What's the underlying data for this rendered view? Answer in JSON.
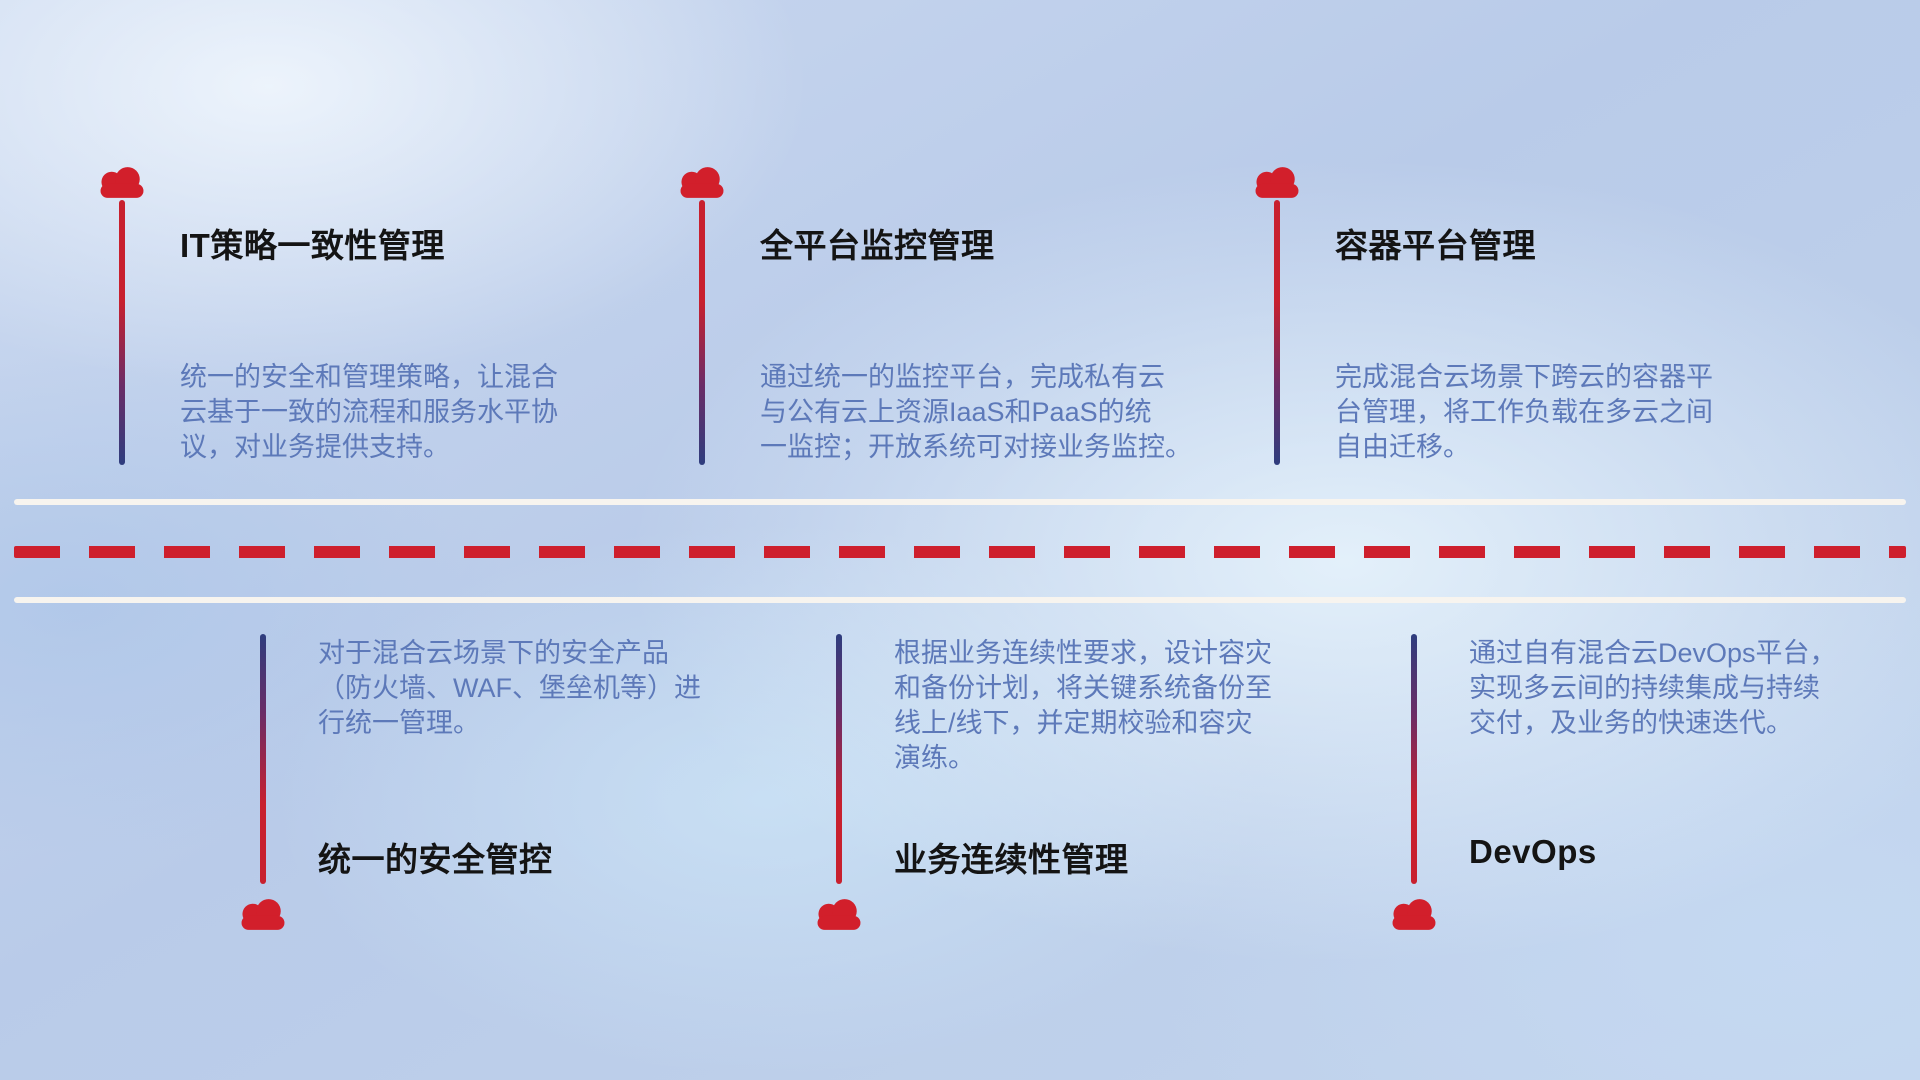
{
  "colors": {
    "background_base": "#bfd2ec",
    "cloud_red": "#d21f2b",
    "dash_red": "#ce1f2d",
    "road_white": "#f7f4ef",
    "title_text": "#141414",
    "description_text": "#5d79b9",
    "stem_red": "#c8202e",
    "stem_navy": "#2e3d7e"
  },
  "icons": {
    "cloud": "cloud-icon"
  },
  "top_items": [
    {
      "title": "IT策略一致性管理",
      "description": "统一的安全和管理策略，让混合\n云基于一致的流程和服务水平协\n议，对业务提供支持。"
    },
    {
      "title": "全平台监控管理",
      "description": "通过统一的监控平台，完成私有云\n与公有云上资源IaaS和PaaS的统\n一监控；开放系统可对接业务监控。"
    },
    {
      "title": "容器平台管理",
      "description": "完成混合云场景下跨云的容器平\n台管理，将工作负载在多云之间\n自由迁移。"
    }
  ],
  "bottom_items": [
    {
      "title": "统一的安全管控",
      "description": "对于混合云场景下的安全产品\n（防火墙、WAF、堡垒机等）进\n行统一管理。"
    },
    {
      "title": "业务连续性管理",
      "description": "根据业务连续性要求，设计容灾\n和备份计划，将关键系统备份至\n线上/线下，并定期校验和容灾\n演练。"
    },
    {
      "title": "DevOps",
      "description": "通过自有混合云DevOps平台，\n实现多云间的持续集成与持续\n交付，及业务的快速迭代。"
    }
  ]
}
